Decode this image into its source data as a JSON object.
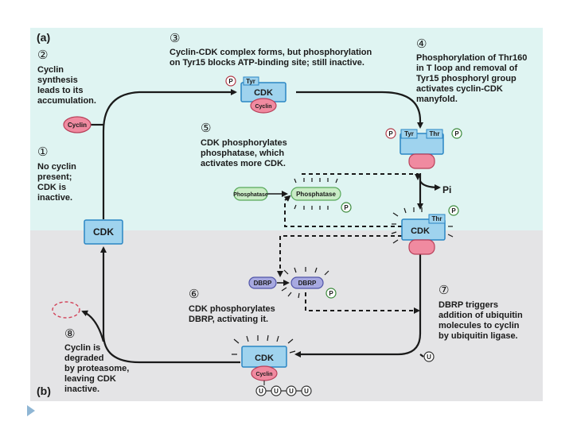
{
  "panels": {
    "a": "(a)",
    "b": "(b)"
  },
  "steps": {
    "s1": {
      "num": "①",
      "lines": [
        "No cyclin",
        "present;",
        "CDK is",
        "inactive."
      ]
    },
    "s2": {
      "num": "②",
      "lines": [
        "Cyclin",
        "synthesis",
        "leads to its",
        "accumulation."
      ]
    },
    "s3": {
      "num": "③",
      "lines": [
        "Cyclin-CDK complex forms, but phosphorylation",
        "on Tyr15 blocks ATP-binding site; still inactive."
      ]
    },
    "s4": {
      "num": "④",
      "lines": [
        "Phosphorylation of Thr160",
        "in T loop and removal of",
        "Tyr15 phosphoryl group",
        "activates cyclin-CDK",
        "manyfold."
      ]
    },
    "s5": {
      "num": "⑤",
      "lines": [
        "CDK phosphorylates",
        "phosphatase, which",
        "activates more CDK."
      ]
    },
    "s6": {
      "num": "⑥",
      "lines": [
        "CDK phosphorylates",
        "DBRP, activating it."
      ]
    },
    "s7": {
      "num": "⑦",
      "lines": [
        "DBRP triggers",
        "addition of ubiquitin",
        "molecules to cyclin",
        "by ubiquitin ligase."
      ]
    },
    "s8": {
      "num": "⑧",
      "lines": [
        "Cyclin is",
        "degraded",
        "by proteasome,",
        "leaving CDK",
        "inactive."
      ]
    }
  },
  "molecules": {
    "cdk": "CDK",
    "cyclin": "Cyclin",
    "tyr": "Tyr",
    "thr": "Thr",
    "p": "P",
    "pi": "Pi",
    "phosphatase": "Phosphatase",
    "dbrp": "DBRP",
    "ubiquitin": "U"
  },
  "colors": {
    "top_bg": "#dff4f2",
    "bottom_bg": "#e4e4e6",
    "cdk_fill": "#9fd3ee",
    "cyclin_fill": "#f08aa0",
    "phosphatase_fill": "#c9ecc6",
    "dbrp_fill": "#a7a9e0"
  }
}
